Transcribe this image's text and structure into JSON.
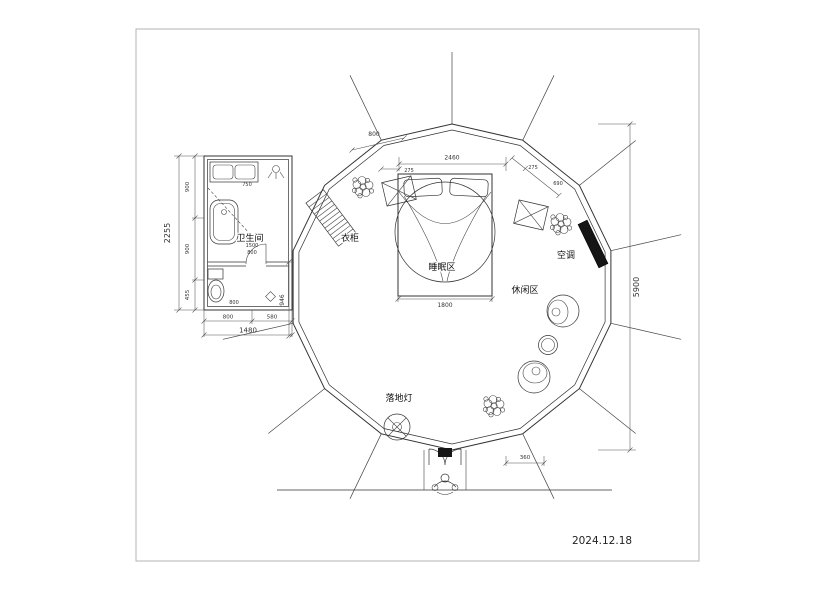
{
  "meta": {
    "date": "2024.12.18"
  },
  "labels": {
    "bathroom": "卫生间",
    "wardrobe": "衣柜",
    "sleeping_area": "睡眠区",
    "leisure_area": "休闲区",
    "air_conditioner": "空调",
    "floor_lamp": "落地灯"
  },
  "dims": {
    "left_total": "2255",
    "left_seg1": "900",
    "left_seg2": "900",
    "left_seg3": "455",
    "bottom_seg1": "800",
    "bottom_seg2": "580",
    "bottom_total": "1480",
    "right_total": "5900",
    "top_edge": "800",
    "top_offset_left": "275",
    "top_width": "2460",
    "top_offset_right": "275",
    "top_edge_right": "690",
    "bed_width": "1800",
    "bath_lower_height": "946",
    "entry_width": "360",
    "bath_counter": "750",
    "bath_inner_a": "1500",
    "bath_inner_b": "800",
    "bath_toilet": "800"
  },
  "colors": {
    "line": "#333333",
    "fill_dark": "#151515",
    "frame": "#b3b3b3"
  }
}
